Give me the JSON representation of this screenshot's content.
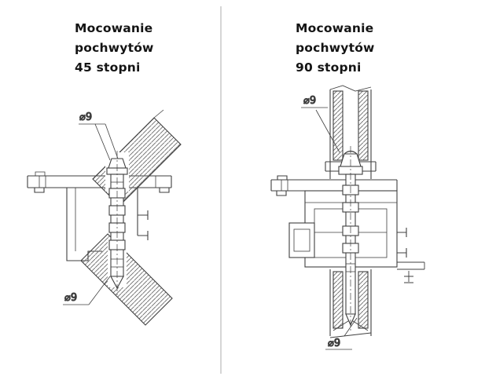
{
  "colors": {
    "line": "#3f3f3f",
    "hatch": "#6a6a6a",
    "text": "#141414",
    "divider": "#c4c4c4",
    "background": "#ffffff"
  },
  "left_panel": {
    "title_lines": [
      "Mocowanie",
      "pochwytów",
      "45 stopni"
    ],
    "dim_top": "⌀9",
    "dim_bottom": "⌀9"
  },
  "right_panel": {
    "title_lines": [
      "Mocowanie",
      "pochwytów",
      "90 stopni"
    ],
    "dim_top": "⌀9",
    "dim_bottom": "⌀9"
  }
}
